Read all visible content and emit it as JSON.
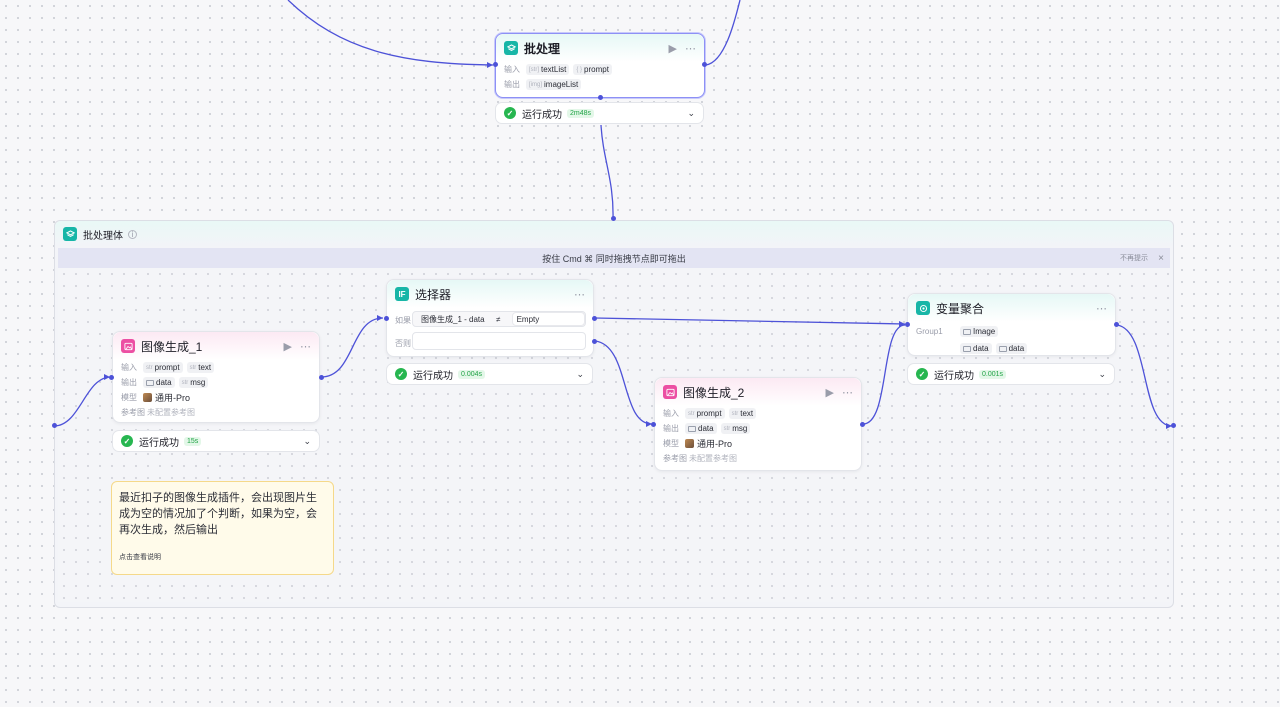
{
  "batch_node": {
    "title": "批处理",
    "input_label": "输入",
    "output_label": "输出",
    "inputs": [
      {
        "type": "[str]",
        "name": "textList"
      },
      {
        "type": "{ }",
        "name": "prompt"
      }
    ],
    "outputs": [
      {
        "type": "[img]",
        "name": "imageList"
      }
    ],
    "status": {
      "text": "运行成功",
      "time": "2m48s"
    }
  },
  "batch_body": {
    "title": "批处理体",
    "info_icon": "info-icon",
    "banner_text": "按住 Cmd ⌘ 同时拖拽节点即可拖出",
    "dismiss_label": "不再提示"
  },
  "image_gen_1": {
    "title": "图像生成_1",
    "input_label": "输入",
    "output_label": "输出",
    "model_label": "模型",
    "ref_label": "参考图",
    "inputs": [
      {
        "type": "str",
        "name": "prompt"
      },
      {
        "type": "str",
        "name": "text"
      }
    ],
    "outputs": [
      {
        "type": "img",
        "name": "data"
      },
      {
        "type": "str",
        "name": "msg"
      }
    ],
    "model": "通用-Pro",
    "ref_value": "未配置参考图",
    "status": {
      "text": "运行成功",
      "time": "15s"
    }
  },
  "selector": {
    "title": "选择器",
    "if_label": "如果",
    "else_label": "否则",
    "condition_var": "图像生成_1 - data",
    "operator": "≠",
    "value": "Empty",
    "status": {
      "text": "运行成功",
      "time": "0.004s"
    }
  },
  "image_gen_2": {
    "title": "图像生成_2",
    "input_label": "输入",
    "output_label": "输出",
    "model_label": "模型",
    "ref_label": "参考图",
    "inputs": [
      {
        "type": "str",
        "name": "prompt"
      },
      {
        "type": "str",
        "name": "text"
      }
    ],
    "outputs": [
      {
        "type": "img",
        "name": "data"
      },
      {
        "type": "str",
        "name": "msg"
      }
    ],
    "model": "通用-Pro",
    "ref_value": "未配置参考图"
  },
  "aggregator": {
    "title": "变量聚合",
    "group_label": "Group1",
    "group_type": "Image",
    "items": [
      {
        "type": "img",
        "name": "data"
      },
      {
        "type": "img",
        "name": "data"
      }
    ],
    "status": {
      "text": "运行成功",
      "time": "0.001s"
    }
  },
  "note": {
    "text": "最近扣子的图像生成插件，会出现图片生成为空的情况加了个判断，如果为空，会再次生成，然后输出",
    "link": "点击查看说明"
  },
  "colors": {
    "edge": "#4d52d8",
    "success": "#27b650",
    "teal": "#17b6a7",
    "pink": "#ec4fa3",
    "selected_border": "#8d90f5"
  }
}
